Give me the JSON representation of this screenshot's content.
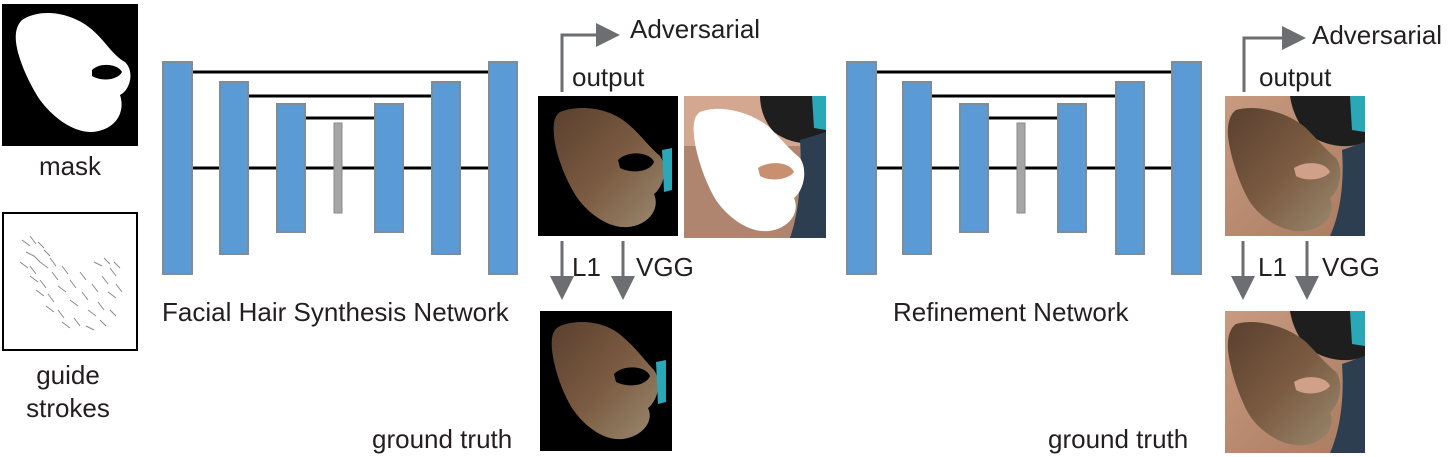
{
  "inputs": {
    "mask_label": "mask",
    "guide_label_line1": "guide",
    "guide_label_line2": "strokes"
  },
  "stage1": {
    "network_label": "Facial Hair Synthesis Network",
    "adversarial_label": "Adversarial",
    "output_label": "output",
    "l1_label": "L1",
    "vgg_label": "VGG",
    "ground_truth_label": "ground truth"
  },
  "stage2": {
    "network_label": "Refinement Network",
    "adversarial_label": "Adversarial",
    "output_label": "output",
    "l1_label": "L1",
    "vgg_label": "VGG",
    "ground_truth_label": "ground truth"
  },
  "colors": {
    "layer_fill": "#5b9bd5",
    "layer_stroke": "#7f8c99",
    "bottleneck_fill": "#a6a6a6",
    "skip_line": "#000000",
    "arrow": "#6d6e71",
    "text": "#231f20"
  }
}
